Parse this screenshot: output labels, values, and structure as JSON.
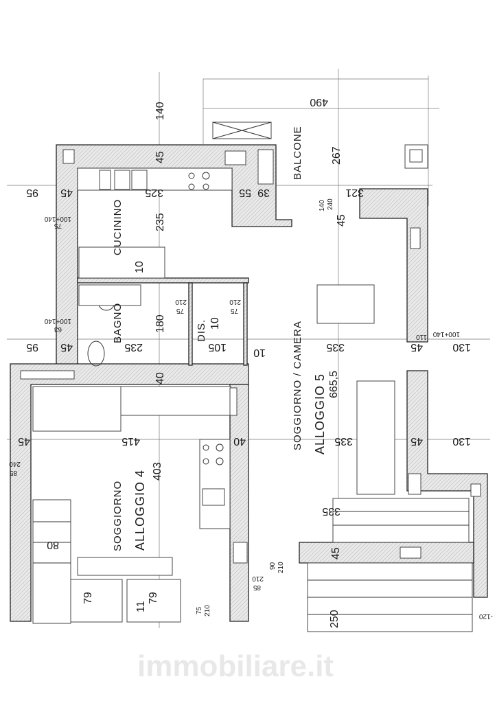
{
  "watermark": "immobiliare.it",
  "rooms": {
    "balcone": "BALCONE",
    "cucinino": "CUCININO",
    "bagno": "BAGNO",
    "dis": "DIS.",
    "soggiorno_camera": "SOGGIORNO / CAMERA",
    "alloggio5": "ALLOGGIO 5",
    "soggiorno": "SOGGIORNO",
    "alloggio4": "ALLOGGIO 4"
  },
  "dims": [
    "140",
    "490",
    "267",
    "45",
    "95",
    "45",
    "325",
    "55",
    "39",
    "321",
    "140",
    "240",
    "45",
    "235",
    "10",
    "180",
    "10",
    "95",
    "45",
    "235",
    "105",
    "10",
    "335",
    "130",
    "45",
    "665,5",
    "40",
    "45",
    "415",
    "40",
    "335",
    "45",
    "130",
    "403",
    "335",
    "80",
    "45",
    "79",
    "79",
    "11",
    "250"
  ],
  "openings": [
    "100+140",
    "75",
    "210",
    "75",
    "210",
    "75",
    "100+140",
    "63",
    "100+140",
    "110",
    "240",
    "85",
    "90",
    "210",
    "210",
    "85",
    "75",
    "210",
    "-120"
  ]
}
